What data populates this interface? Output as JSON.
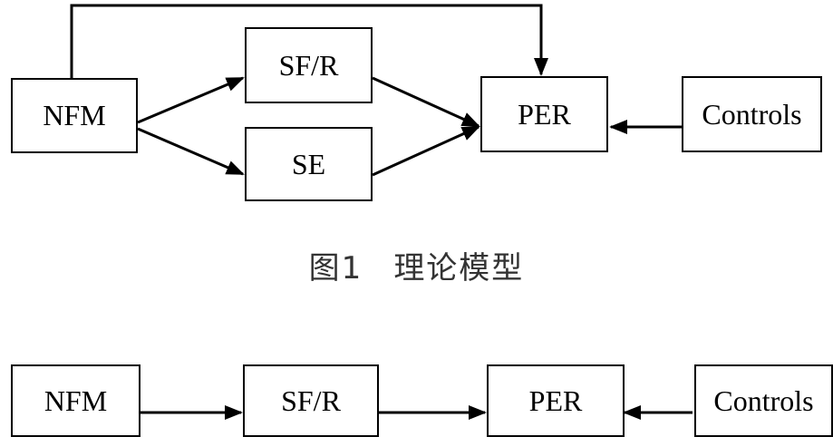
{
  "figure1": {
    "nodes": {
      "nfm": "NFM",
      "sfr": "SF/R",
      "se": "SE",
      "per": "PER",
      "controls": "Controls"
    },
    "caption_number": "图1",
    "caption_title": "理论模型"
  },
  "figure2": {
    "nodes": {
      "nfm": "NFM",
      "sfr": "SF/R",
      "per": "PER",
      "controls": "Controls"
    }
  },
  "colors": {
    "line": "#000000",
    "caption_text": "#333333"
  }
}
